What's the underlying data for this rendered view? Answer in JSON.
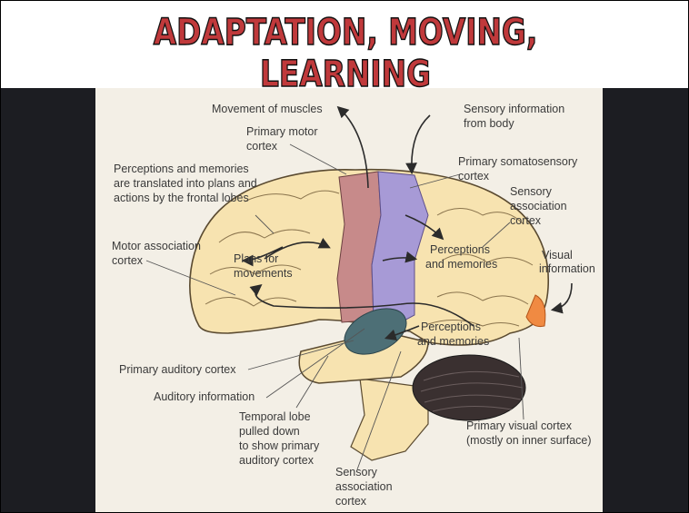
{
  "title": "ADAPTATION, MOVING, LEARNING",
  "colors": {
    "title_fill": "#c0393b",
    "brain": "#f7e3b0",
    "motor_cortex": "#c78a8a",
    "somatosensory_cortex": "#a79ad6",
    "auditory_cortex": "#4d6f76",
    "visual_cortex": "#f08a42",
    "cerebellum": "#3a3030",
    "slide_bg": "#f3efe6"
  },
  "labels": {
    "movement_of_muscles": "Movement of muscles",
    "sensory_info_body_1": "Sensory information",
    "sensory_info_body_2": "from body",
    "primary_motor_1": "Primary motor",
    "primary_motor_2": "cortex",
    "primary_soma_1": "Primary somatosensory",
    "primary_soma_2": "cortex",
    "perceptions_frontal_1": "Perceptions and memories",
    "perceptions_frontal_2": "are translated into plans and",
    "perceptions_frontal_3": "actions by the frontal lobes",
    "sensory_assoc_top_1": "Sensory",
    "sensory_assoc_top_2": "association",
    "sensory_assoc_top_3": "cortex",
    "motor_assoc_1": "Motor association",
    "motor_assoc_2": "cortex",
    "plans_1": "Plans for",
    "plans_2": "movements",
    "perceptions_upper_1": "Perceptions",
    "perceptions_upper_2": "and memories",
    "visual_info_1": "Visual",
    "visual_info_2": "information",
    "perceptions_lower_1": "Perceptions",
    "perceptions_lower_2": "and memories",
    "primary_auditory": "Primary auditory cortex",
    "auditory_info": "Auditory information",
    "temporal_1": "Temporal lobe",
    "temporal_2": "pulled down",
    "temporal_3": "to show primary",
    "temporal_4": "auditory cortex",
    "primary_visual_1": "Primary visual cortex",
    "primary_visual_2": "(mostly on inner surface)",
    "sensory_assoc_bottom_1": "Sensory",
    "sensory_assoc_bottom_2": "association",
    "sensory_assoc_bottom_3": "cortex"
  }
}
